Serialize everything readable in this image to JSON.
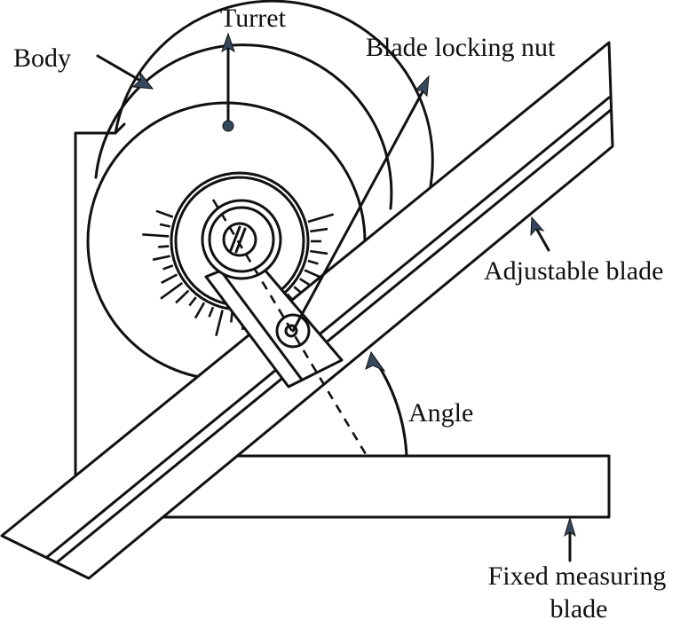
{
  "title": "Universal bevel protractor",
  "labels": {
    "body": "Body",
    "turret": "Turret",
    "blade_locking_nut": "Blade locking nut",
    "adjustable_blade": "Adjustable blade",
    "angle": "Angle",
    "fixed_blade_line1": "Fixed measuring",
    "fixed_blade_line2": "blade"
  },
  "colors": {
    "line": "#111111",
    "arrowhead": "#34495e",
    "background": "#ffffff"
  }
}
